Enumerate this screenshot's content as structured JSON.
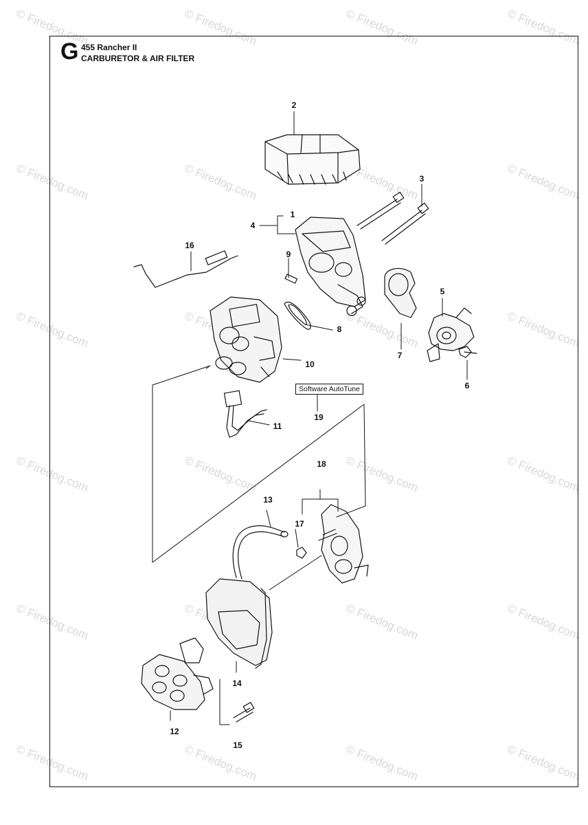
{
  "header": {
    "section_letter": "G",
    "model": "455 Rancher II",
    "title": "CARBURETOR & AIR FILTER"
  },
  "software_label": "Software AutoTune",
  "watermark_text": "© Firedog.com",
  "callouts": [
    {
      "id": "1",
      "label": "1"
    },
    {
      "id": "2",
      "label": "2"
    },
    {
      "id": "3",
      "label": "3"
    },
    {
      "id": "4",
      "label": "4"
    },
    {
      "id": "5",
      "label": "5"
    },
    {
      "id": "6",
      "label": "6"
    },
    {
      "id": "7",
      "label": "7"
    },
    {
      "id": "8",
      "label": "8"
    },
    {
      "id": "9",
      "label": "9"
    },
    {
      "id": "10",
      "label": "10"
    },
    {
      "id": "11",
      "label": "11"
    },
    {
      "id": "12",
      "label": "12"
    },
    {
      "id": "13",
      "label": "13"
    },
    {
      "id": "14",
      "label": "14"
    },
    {
      "id": "15",
      "label": "15"
    },
    {
      "id": "16",
      "label": "16"
    },
    {
      "id": "17",
      "label": "17"
    },
    {
      "id": "18",
      "label": "18"
    },
    {
      "id": "19",
      "label": "19"
    }
  ],
  "colors": {
    "line": "#111111",
    "watermark": "#d8d8d8"
  }
}
